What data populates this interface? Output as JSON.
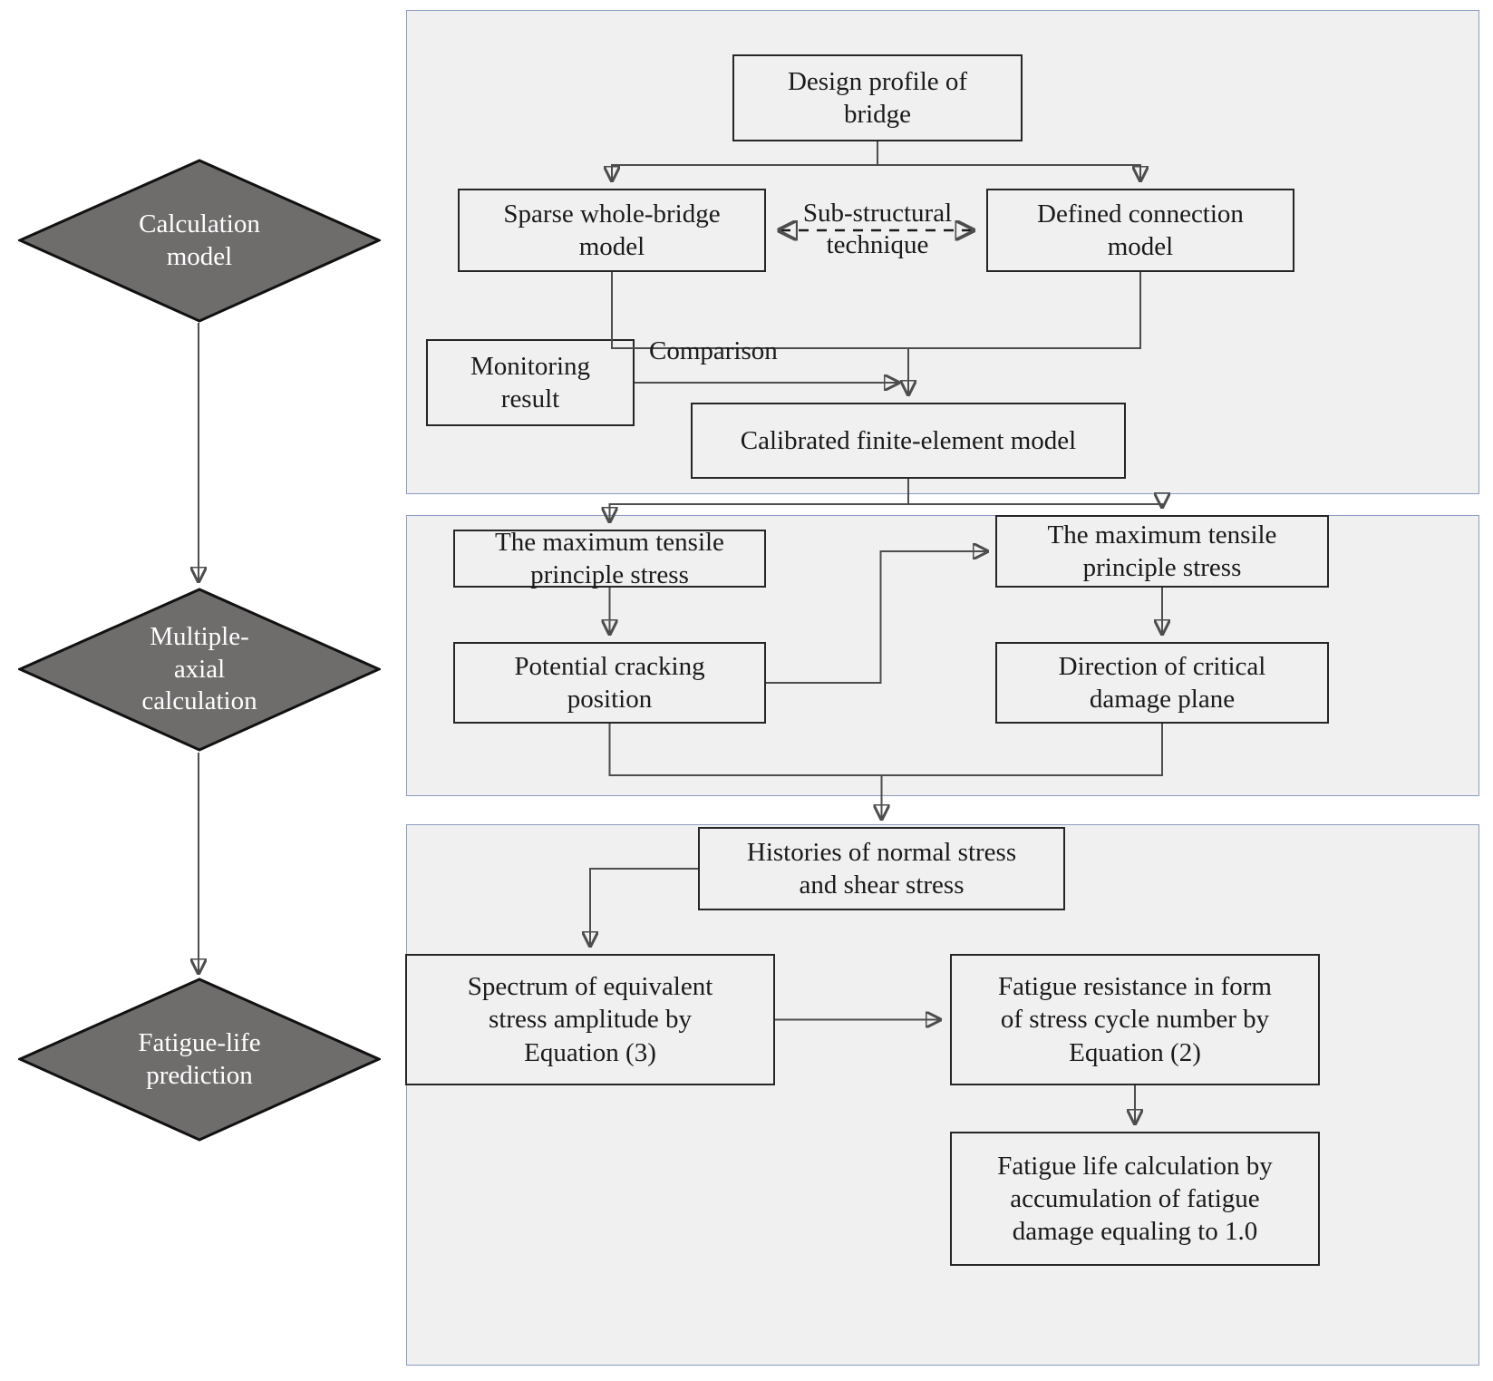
{
  "diagram": {
    "title": "Fatigue-life prediction flowchart",
    "colors": {
      "panel_fill": "#f0f0f0",
      "panel_border": "#8b9dc3",
      "diamond_fill": "#6f6c6c",
      "diamond_text": "#ffffff",
      "node_border": "#262626",
      "connector": "#4d4d4d"
    }
  },
  "stages": [
    {
      "id": "stage-1",
      "label": "Calculation\nmodel"
    },
    {
      "id": "stage-2",
      "label": "Multiple-\naxial\ncalculation"
    },
    {
      "id": "stage-3",
      "label": "Fatigue-life\nprediction"
    }
  ],
  "panels": [
    {
      "id": "panel-calculation-model",
      "nodes": [
        {
          "id": "design-profile",
          "label": "Design profile of\nbridge"
        },
        {
          "id": "sparse-model",
          "label": "Sparse whole-bridge\nmodel"
        },
        {
          "id": "defined-model",
          "label": "Defined connection\nmodel"
        },
        {
          "id": "monitoring-result",
          "label": "Monitoring\nresult"
        },
        {
          "id": "calibrated-fe",
          "label": "Calibrated finite-element model"
        }
      ],
      "edge_labels": [
        {
          "id": "sub-structural-technique",
          "label": "Sub-structural\ntechnique"
        },
        {
          "id": "comparison",
          "label": "Comparison"
        }
      ]
    },
    {
      "id": "panel-multiple-axial",
      "nodes": [
        {
          "id": "max-tensile-left",
          "label": "The maximum tensile\nprinciple stress"
        },
        {
          "id": "potential-cracking",
          "label": "Potential cracking\nposition"
        },
        {
          "id": "max-tensile-right",
          "label": "The maximum tensile\nprinciple stress"
        },
        {
          "id": "critical-direction",
          "label": "Direction of critical\ndamage plane"
        }
      ],
      "edge_labels": []
    },
    {
      "id": "panel-fatigue-life",
      "nodes": [
        {
          "id": "stress-histories",
          "label": "Histories of normal stress\nand shear stress"
        },
        {
          "id": "spectrum-eq3",
          "label": "Spectrum of equivalent\nstress amplitude by\nEquation (3)"
        },
        {
          "id": "resistance-eq2",
          "label": "Fatigue resistance in form\nof stress cycle number by\nEquation (2)"
        },
        {
          "id": "fatigue-life-calc",
          "label": "Fatigue life calculation by\naccumulation of fatigue\ndamage equaling to 1.0"
        }
      ],
      "edge_labels": []
    }
  ]
}
